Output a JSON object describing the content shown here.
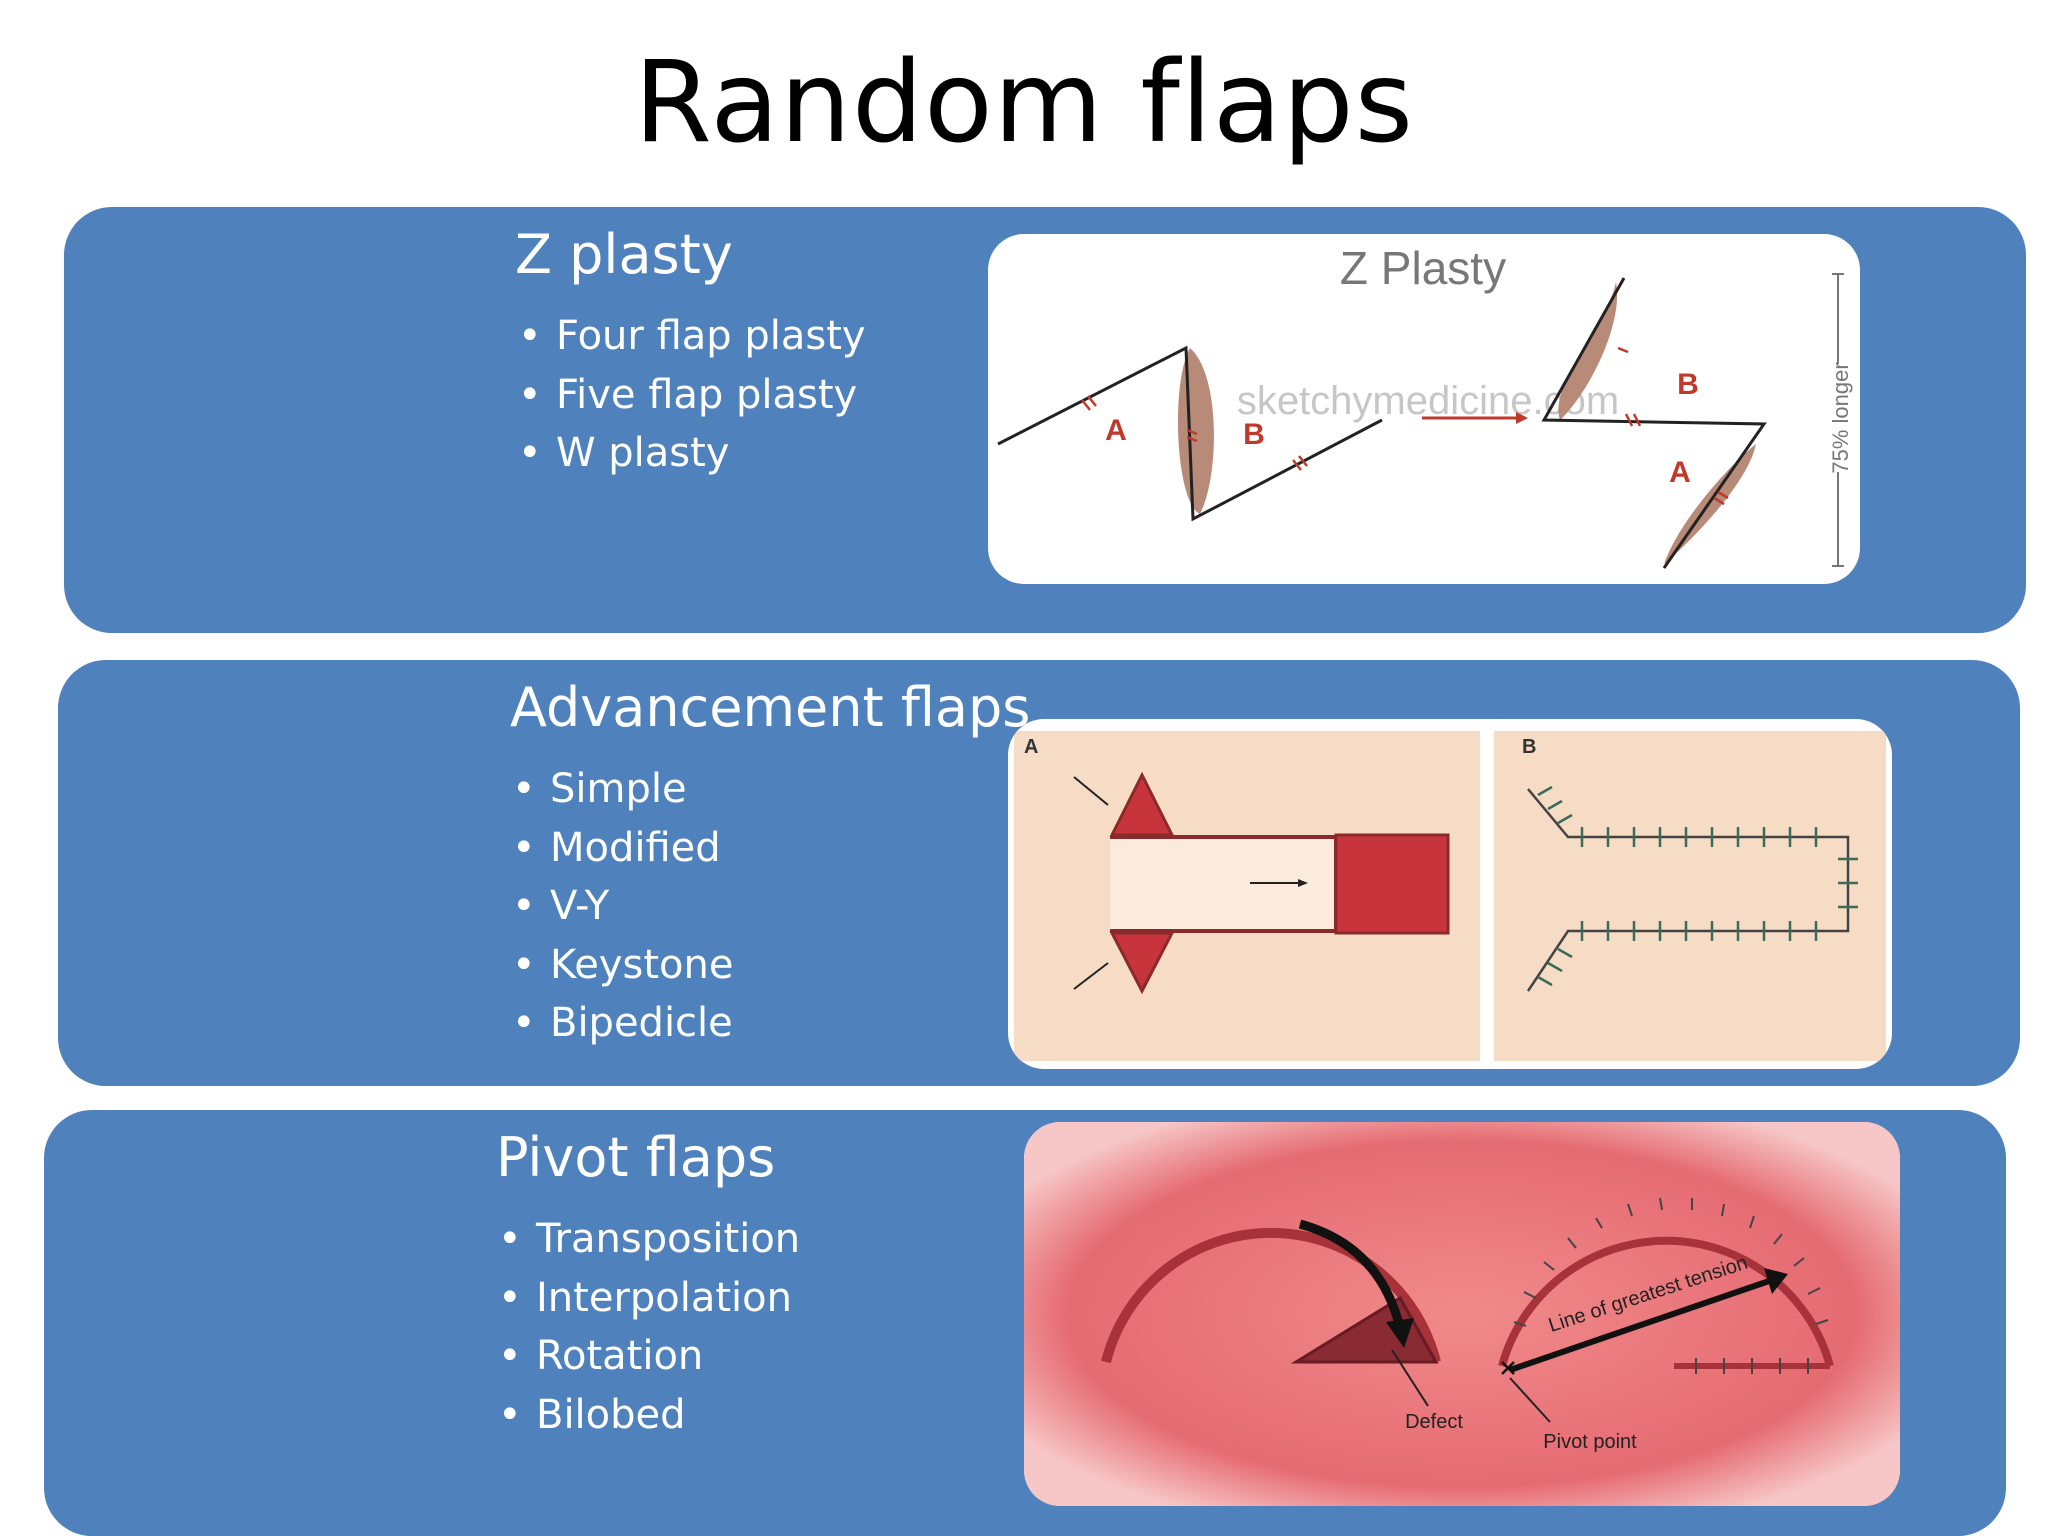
{
  "slide": {
    "title": "Random flaps"
  },
  "sections": [
    {
      "heading": "Z plasty",
      "items": [
        "Four flap plasty",
        "Five flap plasty",
        "W plasty"
      ],
      "figure": {
        "title": "Z Plasty",
        "watermark": "sketchymedicine.com",
        "label_a1": "A",
        "label_b1": "B",
        "label_b2": "B",
        "label_a2": "A",
        "side_note": "75% longer"
      }
    },
    {
      "heading": "Advancement flaps",
      "items": [
        "Simple",
        "Modified",
        "V-Y",
        "Keystone",
        "Bipedicle"
      ],
      "figure": {
        "panel_a": "A",
        "panel_b": "B"
      }
    },
    {
      "heading": "Pivot flaps",
      "items": [
        "Transposition",
        "Interpolation",
        "Rotation",
        "Bilobed"
      ],
      "figure": {
        "defect": "Defect",
        "tension": "Line of greatest tension",
        "pivot": "Pivot point"
      }
    }
  ],
  "colors": {
    "panel": "#4f81bd",
    "flap_red": "#b5313a",
    "skin": "#f7dcc5"
  }
}
